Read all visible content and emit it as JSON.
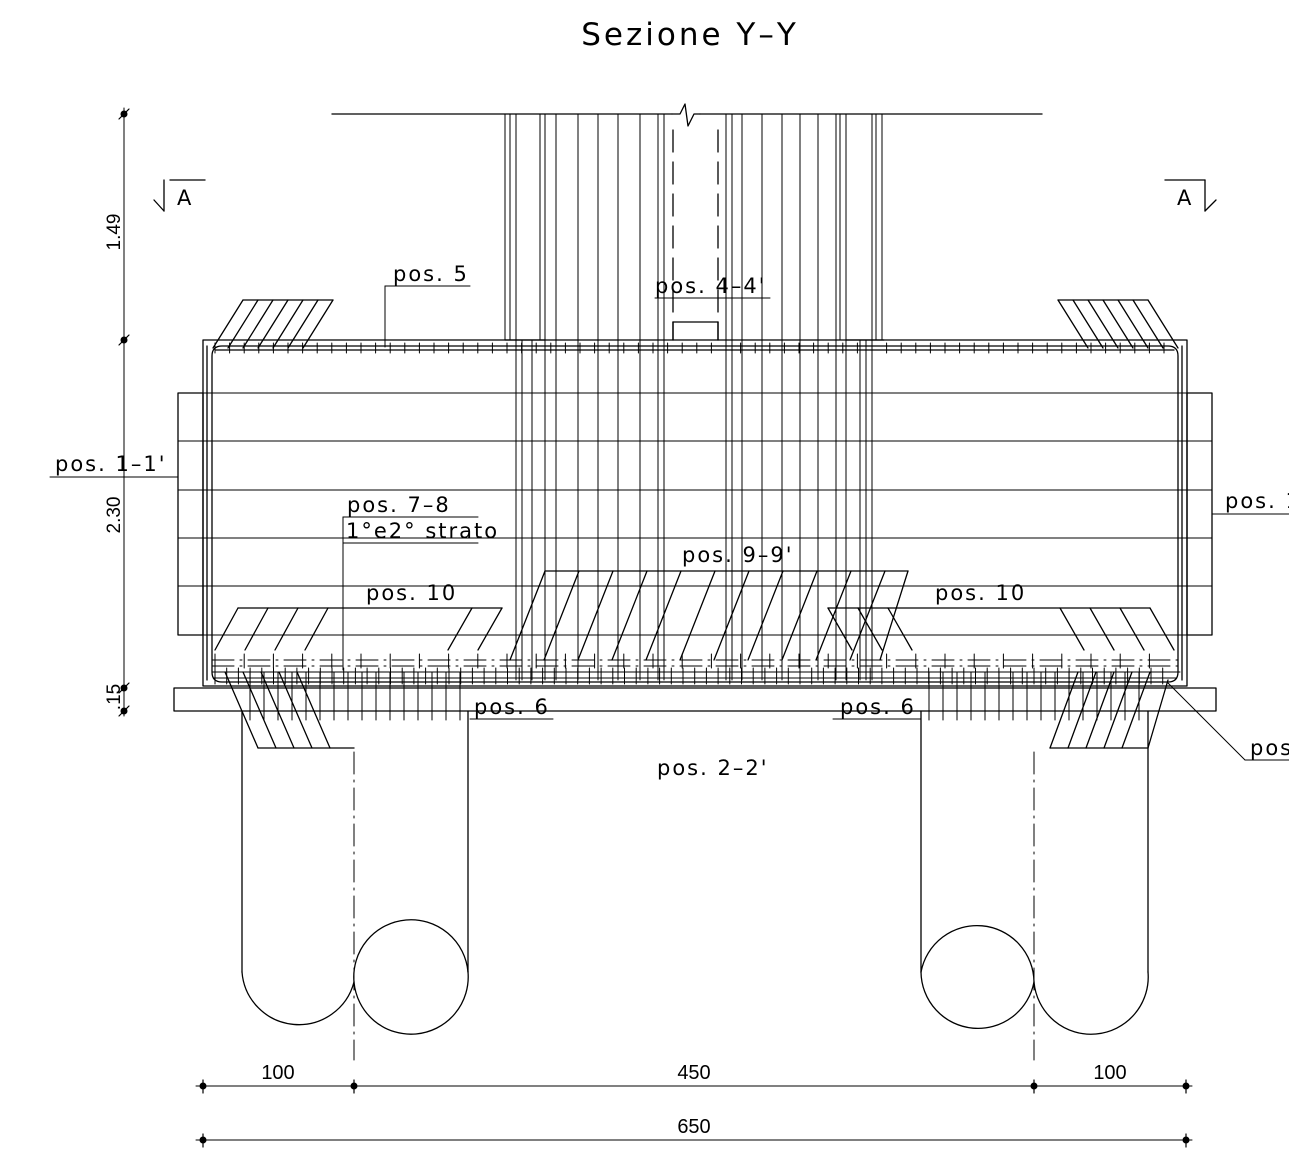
{
  "title": "Sezione Y–Y",
  "section_marker": {
    "left": "A",
    "right": "A"
  },
  "labels": {
    "pos5": "pos. 5",
    "pos4": "pos. 4–4'",
    "pos1_left": "pos. 1–1'",
    "pos1_right": "pos. 1",
    "pos78": "pos. 7–8",
    "strato": "1°e2° strato",
    "pos99": "pos. 9–9'",
    "pos10_left": "pos. 10",
    "pos10_right": "pos. 10",
    "pos6_left": "pos. 6",
    "pos6_right": "pos. 6",
    "pos22": "pos. 2–2'",
    "pos_cut": "pos"
  },
  "vertical_dimensions": [
    "1.49",
    "2.30",
    ".15"
  ],
  "horizontal_dimensions": {
    "left": "100",
    "middle": "450",
    "right": "100",
    "total": "650"
  },
  "colors": {
    "ink": "#000000",
    "paper": "#ffffff"
  }
}
